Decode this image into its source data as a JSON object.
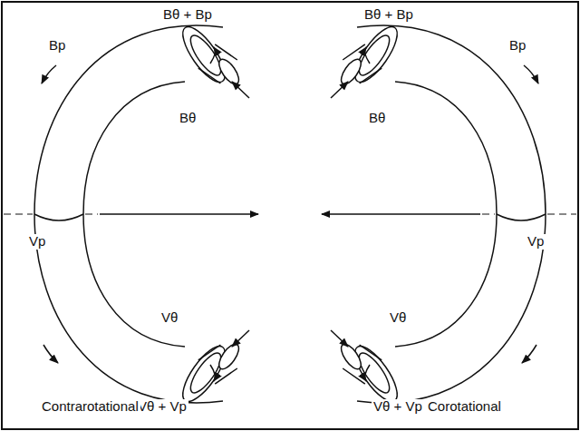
{
  "diagram": {
    "labels": [
      "Bθ + Bp",
      "Bp",
      "Bθ",
      "Vp",
      "Vθ",
      "Vθ + Vp",
      "Contrarotational",
      "Bθ + Bp",
      "Bθ",
      "Bp",
      "Vp",
      "Vθ",
      "Vθ + Vp",
      "Corotational"
    ]
  }
}
